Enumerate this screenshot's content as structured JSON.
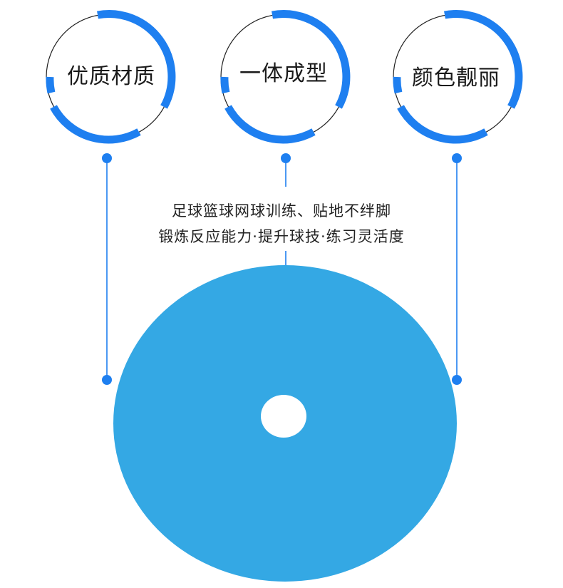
{
  "features": [
    {
      "label": "优质材质"
    },
    {
      "label": "一体成型"
    },
    {
      "label": "颜色靓丽"
    }
  ],
  "caption": {
    "line1": "足球篮球网球训练、贴地不绊脚",
    "line2": "锻炼反应能力·提升球技·练习灵活度"
  },
  "colors": {
    "accent": "#1e7ff0",
    "disc": "#34a8e4",
    "thin_ring": "#222222"
  }
}
